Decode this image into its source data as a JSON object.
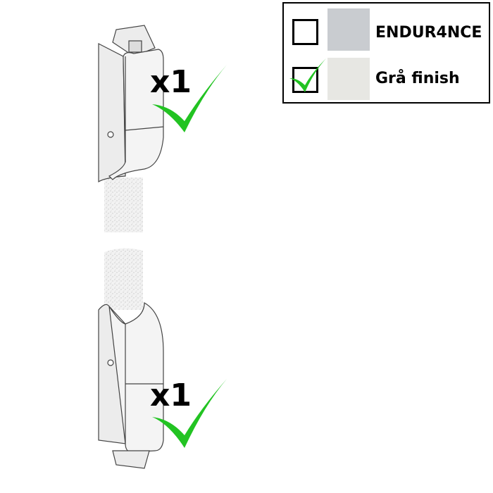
{
  "product": {
    "top_quantity": "x1",
    "bottom_quantity": "x1",
    "check_color": "#22c322"
  },
  "legend": {
    "options": [
      {
        "label": "ENDUR4NCE",
        "checked": false,
        "swatch_color": "#c9ccd0"
      },
      {
        "label": "Grå finish",
        "checked": true,
        "swatch_color": "#e7e7e3"
      }
    ]
  }
}
